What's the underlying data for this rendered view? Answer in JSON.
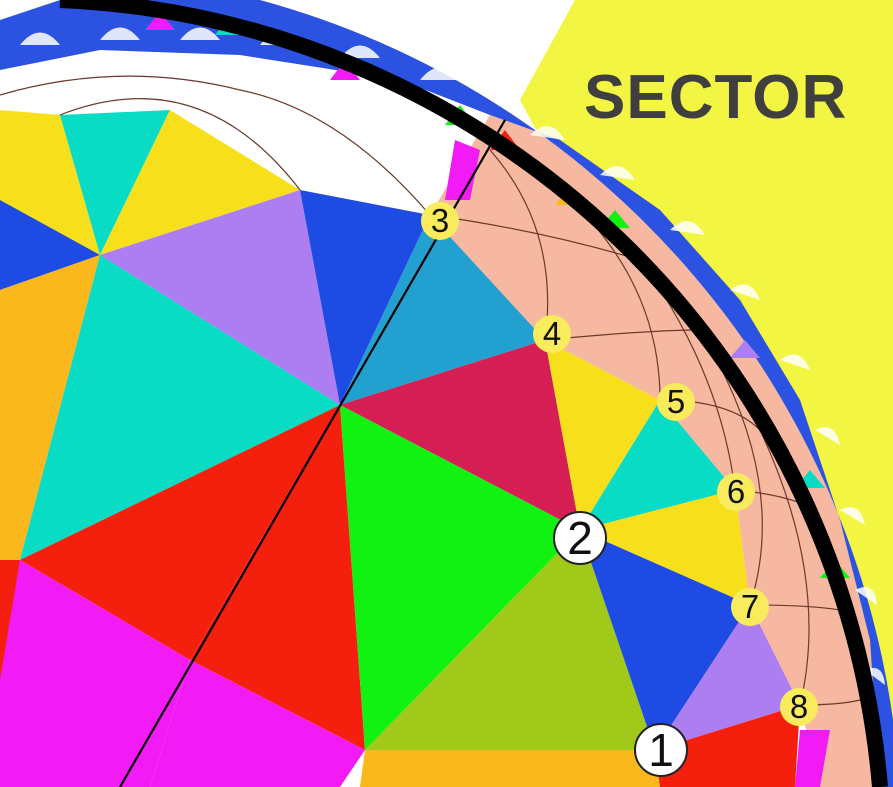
{
  "label": "SECTOR",
  "points": [
    {
      "id": "p1",
      "text": "1"
    },
    {
      "id": "p2",
      "text": "2"
    },
    {
      "id": "p3",
      "text": "3"
    },
    {
      "id": "p4",
      "text": "4"
    },
    {
      "id": "p5",
      "text": "5"
    },
    {
      "id": "p6",
      "text": "6"
    },
    {
      "id": "p7",
      "text": "7"
    },
    {
      "id": "p8",
      "text": "8"
    }
  ],
  "colors": {
    "sector_fill": "#f2f542",
    "sector_tiles": "#f6b8a0",
    "outer_band": "#2b52e0",
    "rim": "#000000",
    "white_region": "#ffffff",
    "point_fill": "#f8ec5c",
    "point_big_fill": "#ffffff",
    "red": "#f41f0c",
    "green": "#12f212",
    "magenta": "#f21bf5",
    "olive": "#a0c91a",
    "cyan": "#08dcc4",
    "lilac": "#ad7ef2",
    "crimson": "#d41e54",
    "yellow": "#f7e01b",
    "orange": "#fbb81c",
    "blue": "#1f4be5",
    "teal_blue": "#22a0d0"
  }
}
